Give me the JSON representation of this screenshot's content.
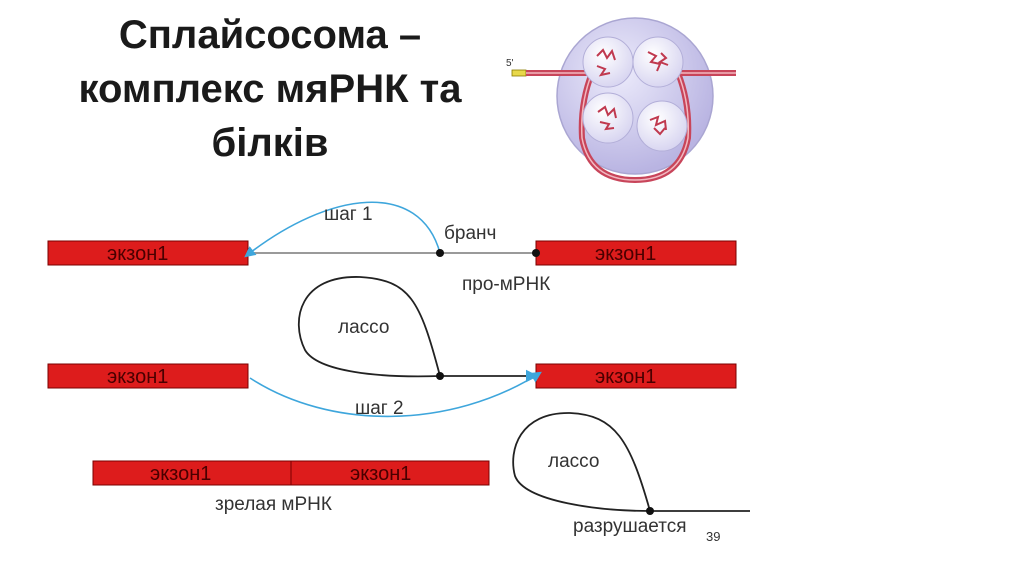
{
  "slide": {
    "title_lines": [
      "Сплайсосома –",
      "комплекс мяРНК та",
      "білків"
    ],
    "page_number": "39"
  },
  "spliceosome_image": {
    "five_prime_label": "5'"
  },
  "diagram": {
    "row1": {
      "exon_left": "экзон1",
      "exon_right": "экзон1",
      "step_label": "шаг 1",
      "branch_label": "бранч",
      "premrna_label": "про-мРНК"
    },
    "row2": {
      "exon_left": "экзон1",
      "exon_right": "экзон1",
      "lasso_label": "лассо",
      "step_label": "шаг 2"
    },
    "row3": {
      "exon_left": "экзон1",
      "exon_right": "экзон1",
      "mature_label": "зрелая мРНК",
      "lasso_label": "лассо",
      "degrade_label": "разрушается"
    }
  },
  "colors": {
    "exon_fill": "#dd1c1c",
    "exon_stroke": "#7a0000",
    "arrow": "#3ea6dc",
    "intron_line": "#9a9a9a",
    "nucleus": "#c8c4ea",
    "rna_strand": "#c8455a"
  }
}
